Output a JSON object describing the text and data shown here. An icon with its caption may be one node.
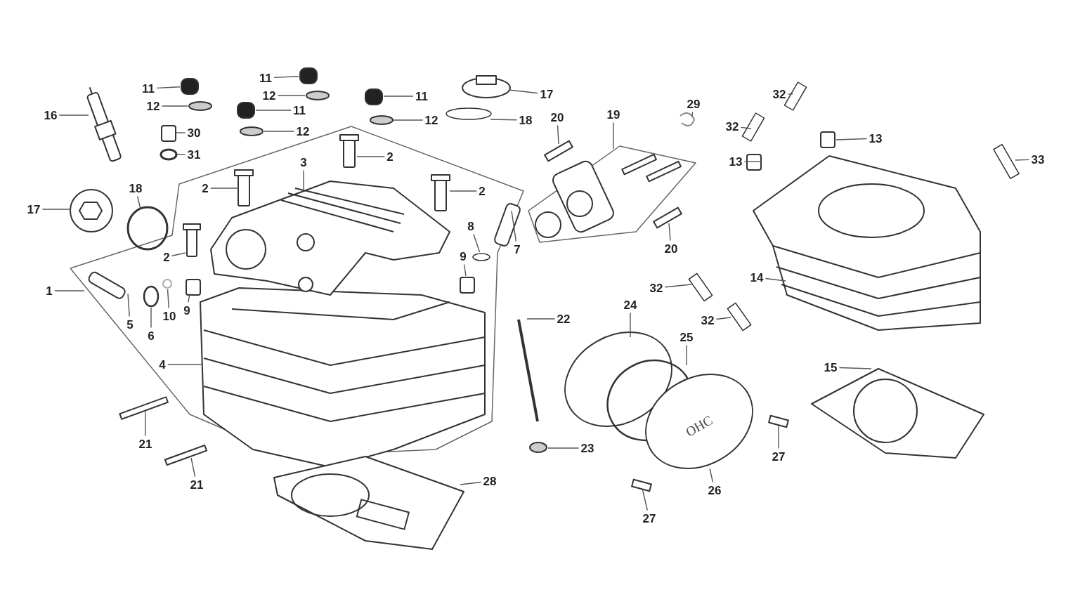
{
  "diagram": {
    "nodes": [
      {
        "text": [
          "1"
        ]
      },
      {
        "text": [
          "2"
        ]
      },
      {
        "text": [
          "2"
        ]
      },
      {
        "text": [
          "2"
        ]
      },
      {
        "text": [
          "2"
        ]
      },
      {
        "text": [
          "3"
        ]
      },
      {
        "text": [
          "4"
        ]
      },
      {
        "text": [
          "5"
        ]
      },
      {
        "text": [
          "6"
        ]
      },
      {
        "text": [
          "7"
        ]
      },
      {
        "text": [
          "8"
        ]
      },
      {
        "text": [
          "9"
        ]
      },
      {
        "text": [
          "9"
        ]
      },
      {
        "text": [
          "10"
        ]
      },
      {
        "text": [
          "11"
        ]
      },
      {
        "text": [
          "11"
        ]
      },
      {
        "text": [
          "11"
        ]
      },
      {
        "text": [
          "11"
        ]
      },
      {
        "text": [
          "12"
        ]
      },
      {
        "text": [
          "12"
        ]
      },
      {
        "text": [
          "12"
        ]
      },
      {
        "text": [
          "12"
        ]
      },
      {
        "text": [
          "13"
        ]
      },
      {
        "text": [
          "13"
        ]
      },
      {
        "text": [
          "14"
        ]
      },
      {
        "text": [
          "15"
        ]
      },
      {
        "text": [
          "16"
        ]
      },
      {
        "text": [
          "17"
        ]
      },
      {
        "text": [
          "17"
        ]
      },
      {
        "text": [
          "18"
        ]
      },
      {
        "text": [
          "18"
        ]
      },
      {
        "text": [
          "19"
        ]
      },
      {
        "text": [
          "20"
        ]
      },
      {
        "text": [
          "20"
        ]
      },
      {
        "text": [
          "21"
        ]
      },
      {
        "text": [
          "21"
        ]
      },
      {
        "text": [
          "22"
        ]
      },
      {
        "text": [
          "23"
        ]
      },
      {
        "text": [
          "24"
        ]
      },
      {
        "text": [
          "25"
        ]
      },
      {
        "text": [
          "26"
        ]
      },
      {
        "text": [
          "27"
        ]
      },
      {
        "text": [
          "27"
        ]
      },
      {
        "text": [
          "28"
        ]
      },
      {
        "text": [
          "29"
        ]
      },
      {
        "text": [
          "30"
        ]
      },
      {
        "text": [
          "31"
        ]
      },
      {
        "text": [
          "32"
        ]
      },
      {
        "text": [
          "32"
        ]
      },
      {
        "text": [
          "32"
        ]
      },
      {
        "text": [
          "32"
        ]
      },
      {
        "text": [
          "33"
        ]
      },
      {
        "text": [],
        "shape": "box"
      },
      {
        "text": [],
        "shape": "box"
      },
      {
        "text": [],
        "shape": "box"
      },
      {
        "text": [],
        "shape": "circle"
      },
      {
        "text": [],
        "shape": "circle"
      },
      {
        "text": [],
        "shape": "circle"
      },
      {
        "text": [],
        "shape": "circle"
      },
      {
        "text": [],
        "shape": "circle"
      },
      {
        "text": [
          "OHC"
        ]
      },
      {
        "text": [],
        "shape": "box"
      },
      {
        "text": [],
        "shape": "circle"
      }
    ],
    "edges": [
      {
        "from": 0,
        "to": null,
        "arrow": "none"
      },
      {
        "from": 1,
        "to": null,
        "arrow": "none"
      },
      {
        "from": 2,
        "to": null,
        "arrow": "none"
      },
      {
        "from": 3,
        "to": null,
        "arrow": "none"
      },
      {
        "from": 4,
        "to": null,
        "arrow": "none"
      },
      {
        "from": 5,
        "to": null,
        "arrow": "none"
      },
      {
        "from": 6,
        "to": null,
        "arrow": "none"
      },
      {
        "from": 7,
        "to": null,
        "arrow": "none"
      },
      {
        "from": 8,
        "to": 57,
        "arrow": "none"
      },
      {
        "from": 9,
        "to": null,
        "arrow": "none"
      },
      {
        "from": 10,
        "to": 59,
        "arrow": "none"
      },
      {
        "from": 11,
        "to": null,
        "arrow": "none"
      },
      {
        "from": 12,
        "to": null,
        "arrow": "none"
      },
      {
        "from": 13,
        "to": 58,
        "arrow": "none"
      },
      {
        "from": 14,
        "to": 52,
        "arrow": "none"
      },
      {
        "from": 15,
        "to": 53,
        "arrow": "none"
      },
      {
        "from": 16,
        "to": 54,
        "arrow": "none"
      },
      {
        "from": 17,
        "to": null,
        "arrow": "none"
      },
      {
        "from": 18,
        "to": 55,
        "arrow": "none"
      },
      {
        "from": 19,
        "to": 56,
        "arrow": "none"
      },
      {
        "from": 20,
        "to": 62,
        "arrow": "none"
      },
      {
        "from": 21,
        "to": null,
        "arrow": "none"
      },
      {
        "from": 22,
        "to": null,
        "arrow": "none"
      },
      {
        "from": 23,
        "to": null,
        "arrow": "none"
      },
      {
        "from": 24,
        "to": null,
        "arrow": "none"
      },
      {
        "from": 25,
        "to": null,
        "arrow": "none"
      },
      {
        "from": 26,
        "to": null,
        "arrow": "none"
      },
      {
        "from": 27,
        "to": null,
        "arrow": "none"
      },
      {
        "from": 28,
        "to": null,
        "arrow": "none"
      },
      {
        "from": 29,
        "to": null,
        "arrow": "none"
      },
      {
        "from": 30,
        "to": null,
        "arrow": "none"
      },
      {
        "from": 31,
        "to": null,
        "arrow": "none"
      },
      {
        "from": 32,
        "to": null,
        "arrow": "none"
      },
      {
        "from": 33,
        "to": null,
        "arrow": "none"
      },
      {
        "from": 34,
        "to": null,
        "arrow": "none"
      },
      {
        "from": 35,
        "to": null,
        "arrow": "none"
      },
      {
        "from": 36,
        "to": null,
        "arrow": "none"
      },
      {
        "from": 37,
        "to": null,
        "arrow": "none"
      },
      {
        "from": 38,
        "to": null,
        "arrow": "none"
      },
      {
        "from": 39,
        "to": null,
        "arrow": "none"
      },
      {
        "from": 40,
        "to": 60,
        "arrow": "none"
      },
      {
        "from": 41,
        "to": null,
        "arrow": "none"
      },
      {
        "from": 42,
        "to": 61,
        "arrow": "none"
      },
      {
        "from": 43,
        "to": null,
        "arrow": "none"
      },
      {
        "from": 44,
        "to": null,
        "arrow": "none"
      },
      {
        "from": 45,
        "to": null,
        "arrow": "none"
      },
      {
        "from": 46,
        "to": null,
        "arrow": "none"
      },
      {
        "from": 47,
        "to": null,
        "arrow": "none"
      },
      {
        "from": 48,
        "to": null,
        "arrow": "none"
      },
      {
        "from": 49,
        "to": null,
        "arrow": "none"
      },
      {
        "from": 50,
        "to": null,
        "arrow": "none"
      },
      {
        "from": 51,
        "to": null,
        "arrow": "none"
      }
    ]
  }
}
